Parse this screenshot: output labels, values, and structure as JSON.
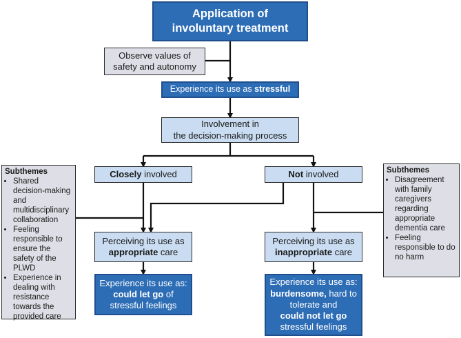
{
  "nodes": {
    "top": {
      "line1": "Application of",
      "line2": "involuntary treatment"
    },
    "observe": {
      "line1": "Observe values of",
      "line2": "safety and autonomy"
    },
    "stressful": {
      "pre": "Experience its use as ",
      "bold": "stressful"
    },
    "involvement": {
      "line1": "Involvement in",
      "line2": "the decision-making process"
    },
    "closely": {
      "bold": "Closely",
      "rest": " involved"
    },
    "not": {
      "bold": "Not",
      "rest": " involved"
    },
    "appropriate": {
      "line1": "Perceiving its use as",
      "bold": "appropriate",
      "rest": " care"
    },
    "inappropriate": {
      "line1": "Perceiving its use as",
      "bold": "inappropriate",
      "rest": " care"
    },
    "let_go": {
      "line1": "Experience its use as:",
      "bold": "could let go",
      "rest": " of",
      "line3a": "stressful ",
      "line3b": "feelings"
    },
    "not_let_go": {
      "line1": "Experience its use as:",
      "bold": "burdensome,",
      "rest": " hard to",
      "line3": "tolerate and",
      "bold2": "could not let go",
      "line5": "stressful feelings"
    }
  },
  "subthemes_left": {
    "title": "Subthemes",
    "items": [
      "Shared decision-making and multidisciplinary collaboration",
      "Feeling responsible to ensure the safety of the PLWD",
      "Experience in dealing with resistance towards the provided care"
    ]
  },
  "subthemes_right": {
    "title": "Subthemes",
    "items": [
      "Disagreement with family caregivers regarding appropriate dementia care",
      "Feeling responsible to do no harm"
    ]
  }
}
